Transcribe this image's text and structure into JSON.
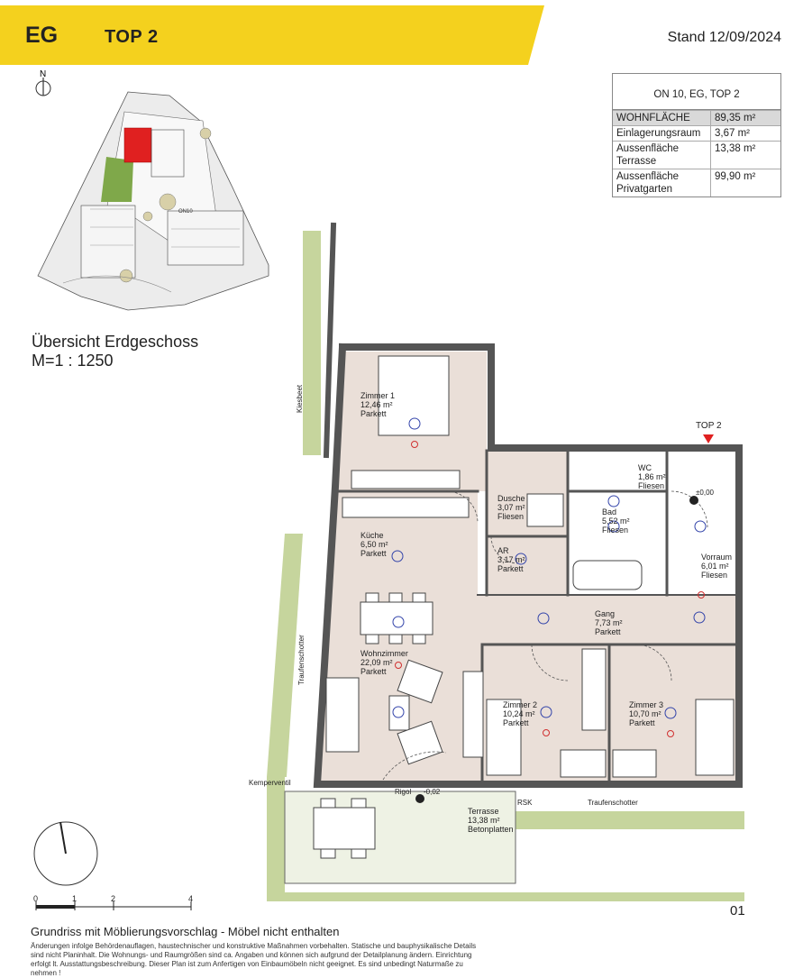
{
  "header": {
    "level": "EG",
    "unit": "TOP 2",
    "stand": "Stand 12/09/2024",
    "brand_color": "#f4d11e"
  },
  "info_table": {
    "title": "ON 10, EG, TOP 2",
    "rows": [
      {
        "label": "WOHNFLÄCHE",
        "value": "89,35 m²"
      },
      {
        "label": "Einlagerungsraum",
        "value": "3,67 m²"
      },
      {
        "label": "Aussenfläche Terrasse",
        "value": "13,38 m²"
      },
      {
        "label": "Aussenfläche Privatgarten",
        "value": "99,90 m²"
      }
    ]
  },
  "overview": {
    "north": "N",
    "label": "ON10",
    "title": "Übersicht Erdgeschoss",
    "scale": "M=1 : 1250"
  },
  "rooms": {
    "zimmer1": {
      "name": "Zimmer 1",
      "area": "12,46 m²",
      "floor": "Parkett"
    },
    "kueche": {
      "name": "Küche",
      "area": "6,50 m²",
      "floor": "Parkett"
    },
    "dusche": {
      "name": "Dusche",
      "area": "3,07 m²",
      "floor": "Fliesen"
    },
    "ar": {
      "name": "AR",
      "area": "3,17 m²",
      "floor": "Parkett"
    },
    "wc": {
      "name": "WC",
      "area": "1,86 m²",
      "floor": "Fliesen"
    },
    "bad": {
      "name": "Bad",
      "area": "5,52 m²",
      "floor": "Fliesen"
    },
    "vorraum": {
      "name": "Vorraum",
      "area": "6,01 m²",
      "floor": "Fliesen"
    },
    "gang": {
      "name": "Gang",
      "area": "7,73 m²",
      "floor": "Parkett"
    },
    "wohnzimmer": {
      "name": "Wohnzimmer",
      "area": "22,09 m²",
      "floor": "Parkett"
    },
    "zimmer2": {
      "name": "Zimmer 2",
      "area": "10,24 m²",
      "floor": "Parkett"
    },
    "zimmer3": {
      "name": "Zimmer 3",
      "area": "10,70 m²",
      "floor": "Parkett"
    },
    "terrasse": {
      "name": "Terrasse",
      "area": "13,38 m²",
      "floor": "Betonplatten"
    }
  },
  "plan_labels": {
    "entry": "TOP 2",
    "entry_level": "±0,00",
    "kiesbeet": "Kiesbeet",
    "traufenschotter_left": "Traufenschotter",
    "traufenschotter_bottom": "Traufenschotter",
    "kemperventil": "Kemperventil",
    "rigol": "Rigol",
    "terrace_level": "-0,02",
    "rsk": "RSK"
  },
  "scale_bar": {
    "ticks": [
      "0",
      "1",
      "2",
      "4"
    ]
  },
  "footer": {
    "title": "Grundriss mit Möblierungsvorschlag - Möbel nicht enthalten",
    "note": "Änderungen infolge Behördenauflagen, haustechnischer und konstruktive Maßnahmen vorbehalten. Statische und bauphysikalische Details sind nicht Planinhalt. Die Wohnungs- und Raumgrößen sind ca. Angaben und können sich aufgrund der Detailplanung ändern. Einrichtung erfolgt lt. Ausstattungsbeschreibung. Dieser Plan ist zum Anfertigen von Einbaumöbeln nicht geeignet. Es sind unbedingt Naturmaße zu nehmen !",
    "page": "01"
  }
}
